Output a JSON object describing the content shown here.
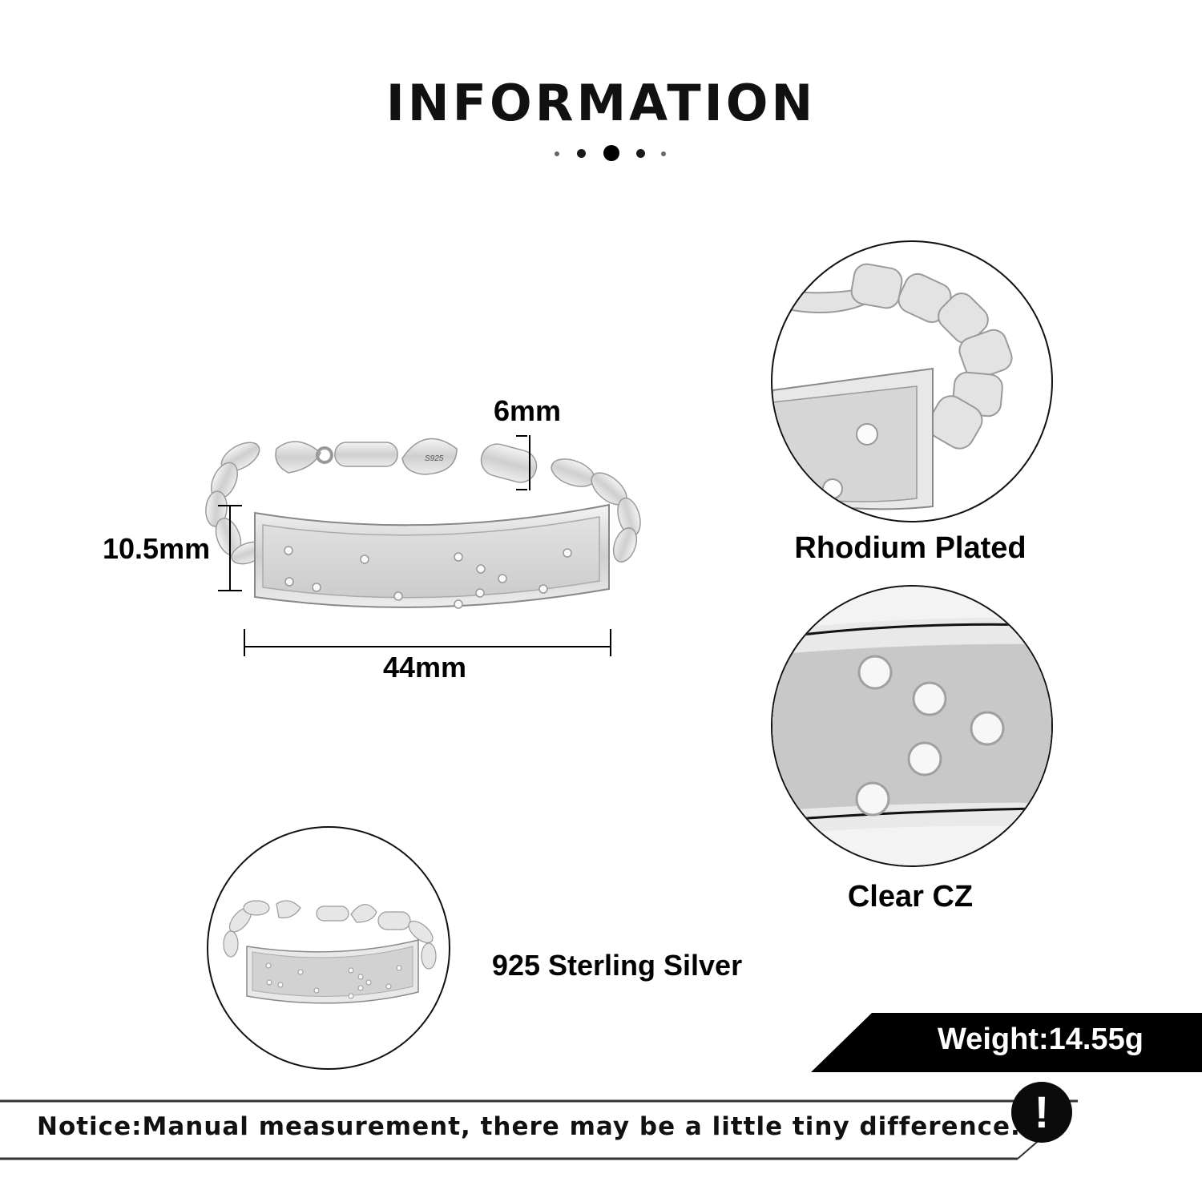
{
  "header": {
    "title": "INFORMATION",
    "divider_dots": 5
  },
  "product": {
    "engraving": "S925",
    "dimensions": {
      "link_width": "6mm",
      "bar_height": "10.5mm",
      "bar_length": "44mm"
    }
  },
  "features": [
    {
      "label": "Rhodium Plated",
      "image": "closeup-chain-and-bar"
    },
    {
      "label": "Clear CZ",
      "image": "closeup-cz-stones"
    },
    {
      "label": "925 Sterling Silver",
      "image": "full-bracelet-thumbnail"
    }
  ],
  "weight": {
    "text": "Weight:14.55g"
  },
  "notice": {
    "text": "Notice:Manual measurement, there may be a little tiny difference.",
    "icon": "exclamation-icon",
    "icon_glyph": "!"
  },
  "colors": {
    "text": "#000000",
    "banner_bg": "#000000",
    "banner_text": "#ffffff",
    "silver": "#d9d9d9",
    "background": "#ffffff"
  }
}
